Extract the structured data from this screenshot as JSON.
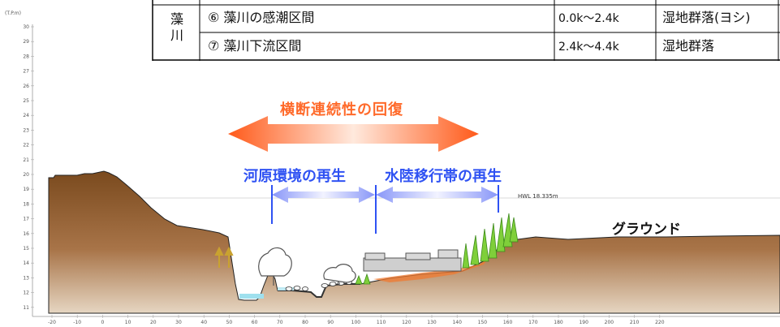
{
  "table": {
    "section_label": "藻川",
    "rows": [
      {
        "name": "⑥ 藻川の感潮区間",
        "range": "0.0k〜2.4k",
        "vegetation": "湿地群落(ヨシ)"
      },
      {
        "name": "⑦ 藻川下流区間",
        "range": "2.4k〜4.4k",
        "vegetation": "湿地群落"
      }
    ]
  },
  "annotations": {
    "transverse": "横断連続性の回復",
    "riverbed": "河原環境の再生",
    "transition": "水陸移行帯の再生",
    "ground": "グラウンド",
    "hwl": "HWL 18.335m"
  },
  "axis": {
    "unit": "(T.P.m)",
    "y_ticks": [
      11,
      12,
      13,
      14,
      15,
      16,
      17,
      18,
      19,
      20,
      21,
      22,
      23,
      24,
      25,
      26,
      27,
      28,
      29,
      30
    ],
    "x_ticks": [
      -20,
      -10,
      0,
      10,
      20,
      30,
      40,
      50,
      60,
      70,
      80,
      90,
      100,
      110,
      120,
      130,
      140,
      150,
      160,
      170,
      180,
      190,
      200,
      210,
      220
    ]
  },
  "colors": {
    "soil_top": "#7a4a1e",
    "soil_bottom": "#e4d2bc",
    "arrow_orange": "#ff6a2a",
    "arrow_blue": "#3d5bf5",
    "water": "#9fe0ee"
  }
}
